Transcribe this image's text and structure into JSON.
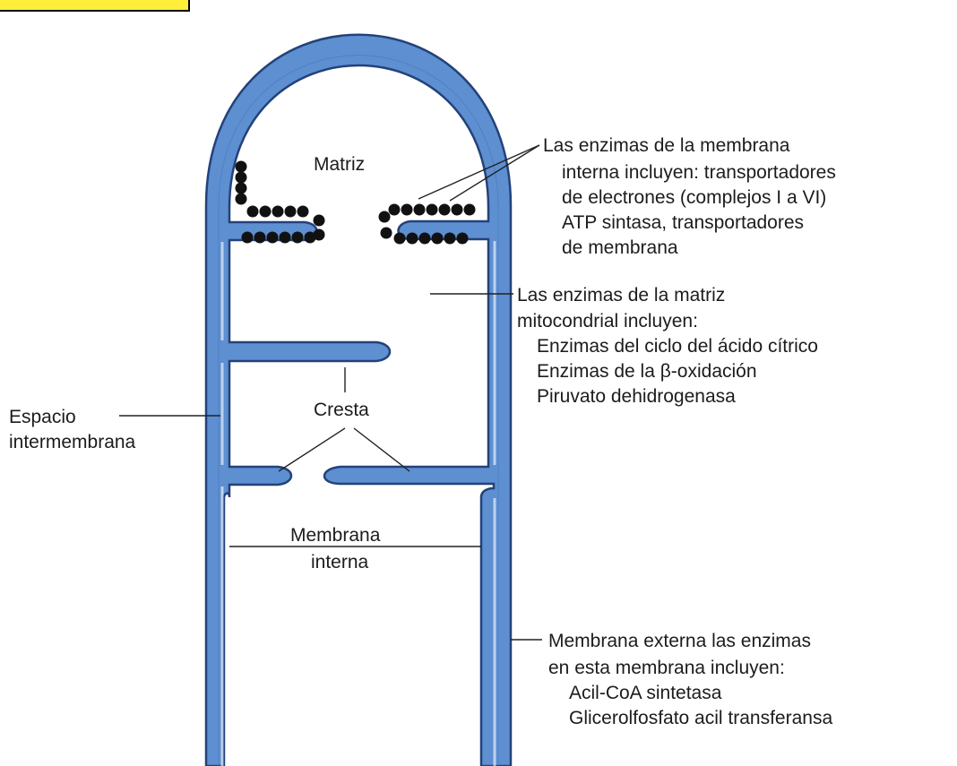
{
  "colors": {
    "membrane_fill": "#5d8fd1",
    "membrane_stroke": "#23427a",
    "enzyme_dots": "#111111",
    "corner_box": "#ffef3a"
  },
  "labels": {
    "matriz": "Matriz",
    "cresta": "Cresta",
    "espacio": [
      "Espacio",
      "intermembrana"
    ],
    "membrana_interna": [
      "Membrana",
      "interna"
    ],
    "enzimas_membrana_interna": [
      "Las enzimas de la membrana",
      "interna incluyen: transportadores",
      "de electrones (complejos I a VI)",
      "ATP sintasa, transportadores",
      "de membrana"
    ],
    "enzimas_matriz": [
      "Las enzimas de la matriz",
      "mitocondrial incluyen:",
      "Enzimas del ciclo del ácido cítrico",
      "Enzimas de la β-oxidación",
      "Piruvato dehidrogenasa"
    ],
    "membrana_externa": [
      "Membrana externa las enzimas",
      "en esta membrana incluyen:",
      "Acil-CoA sintetasa",
      "Glicerolfosfato acil transferansa"
    ]
  }
}
